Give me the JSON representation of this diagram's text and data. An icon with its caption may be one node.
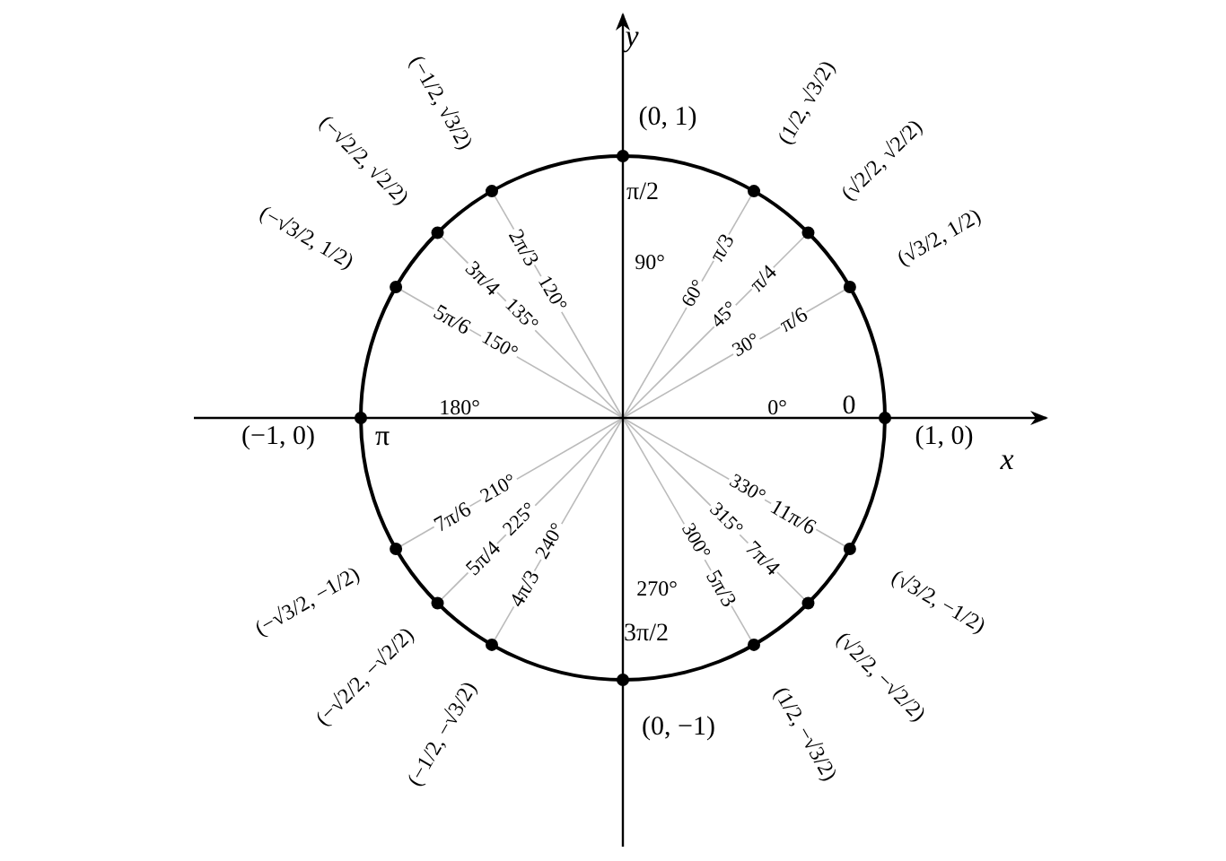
{
  "diagram": {
    "labels": [
      "y",
      "x",
      "(0, 1)",
      "(−1, 0)",
      "(1, 0)",
      "(0, −1)",
      "π/2",
      "π",
      "0",
      "3π/2",
      "90°",
      "180°",
      "0°",
      "270°",
      "(√3/2, 1/2)",
      "π/6",
      "30°",
      "(√2/2, √2/2)",
      "π/4",
      "45°",
      "(1/2, √3/2)",
      "π/3",
      "60°",
      "(−1/2, √3/2)",
      "2π/3",
      "120°",
      "(−√2/2, √2/2)",
      "3π/4",
      "135°",
      "(−√3/2, 1/2)",
      "5π/6",
      "150°",
      "(−√3/2, −1/2)",
      "7π/6",
      "210°",
      "(−√2/2, −√2/2)",
      "5π/4",
      "225°",
      "(−1/2, −√3/2)",
      "4π/3",
      "240°",
      "(1/2, −√3/2)",
      "5π/3",
      "300°",
      "(√2/2, −√2/2)",
      "7π/4",
      "315°",
      "(√3/2, −1/2)",
      "11π/6",
      "330°"
    ]
  }
}
